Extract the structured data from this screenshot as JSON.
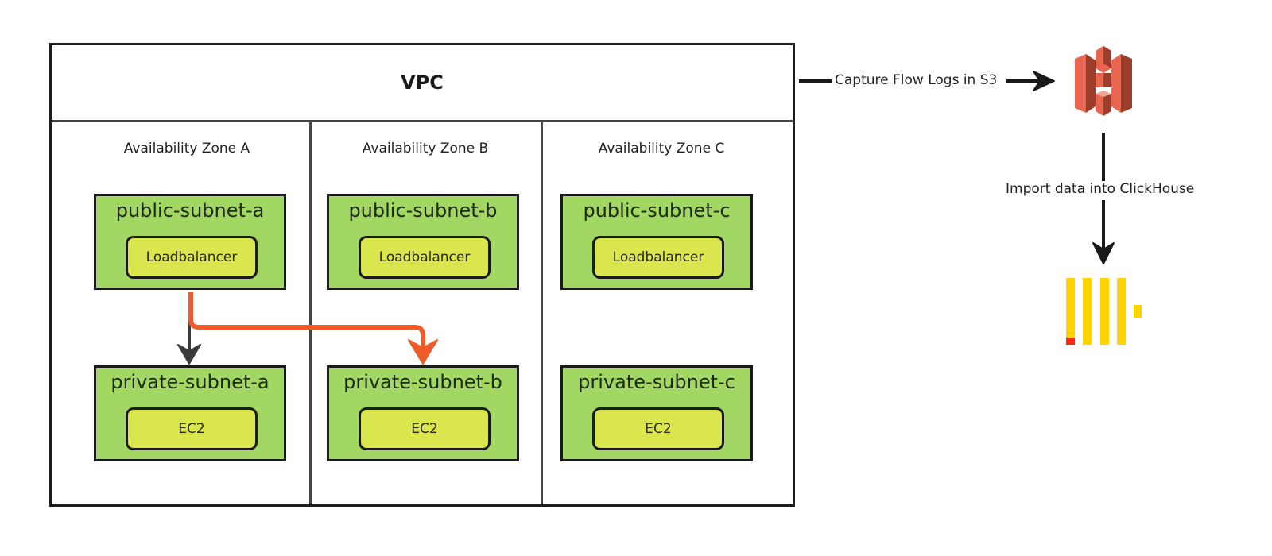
{
  "vpc": {
    "title": "VPC",
    "zones": [
      {
        "label": "Availability Zone A",
        "public_subnet": {
          "title": "public-subnet-a",
          "resource": "Loadbalancer"
        },
        "private_subnet": {
          "title": "private-subnet-a",
          "resource": "EC2"
        }
      },
      {
        "label": "Availability Zone B",
        "public_subnet": {
          "title": "public-subnet-b",
          "resource": "Loadbalancer"
        },
        "private_subnet": {
          "title": "private-subnet-b",
          "resource": "EC2"
        }
      },
      {
        "label": "Availability Zone C",
        "public_subnet": {
          "title": "public-subnet-c",
          "resource": "Loadbalancer"
        },
        "private_subnet": {
          "title": "private-subnet-c",
          "resource": "EC2"
        }
      }
    ]
  },
  "edges": {
    "flow_logs": {
      "label": "Capture Flow Logs in S3"
    },
    "import": {
      "label": "Import data into ClickHouse"
    },
    "lb_a_to_ec2_a": {
      "color": "#3a3a3a"
    },
    "lb_a_to_ec2_b": {
      "color": "#f15a29"
    }
  },
  "icons": {
    "s3": {
      "name": "amazon-s3-icon",
      "colors": {
        "light": "#e8664f",
        "dark": "#9c3e2c",
        "highlight": "#f5a494"
      }
    },
    "clickhouse": {
      "name": "clickhouse-icon",
      "colors": {
        "bar": "#ffd200",
        "accent": "#ff2a0a"
      }
    }
  },
  "colors": {
    "subnet_fill": "#a1d762",
    "resource_fill": "#d9e64e",
    "border": "#1a1a1a"
  }
}
